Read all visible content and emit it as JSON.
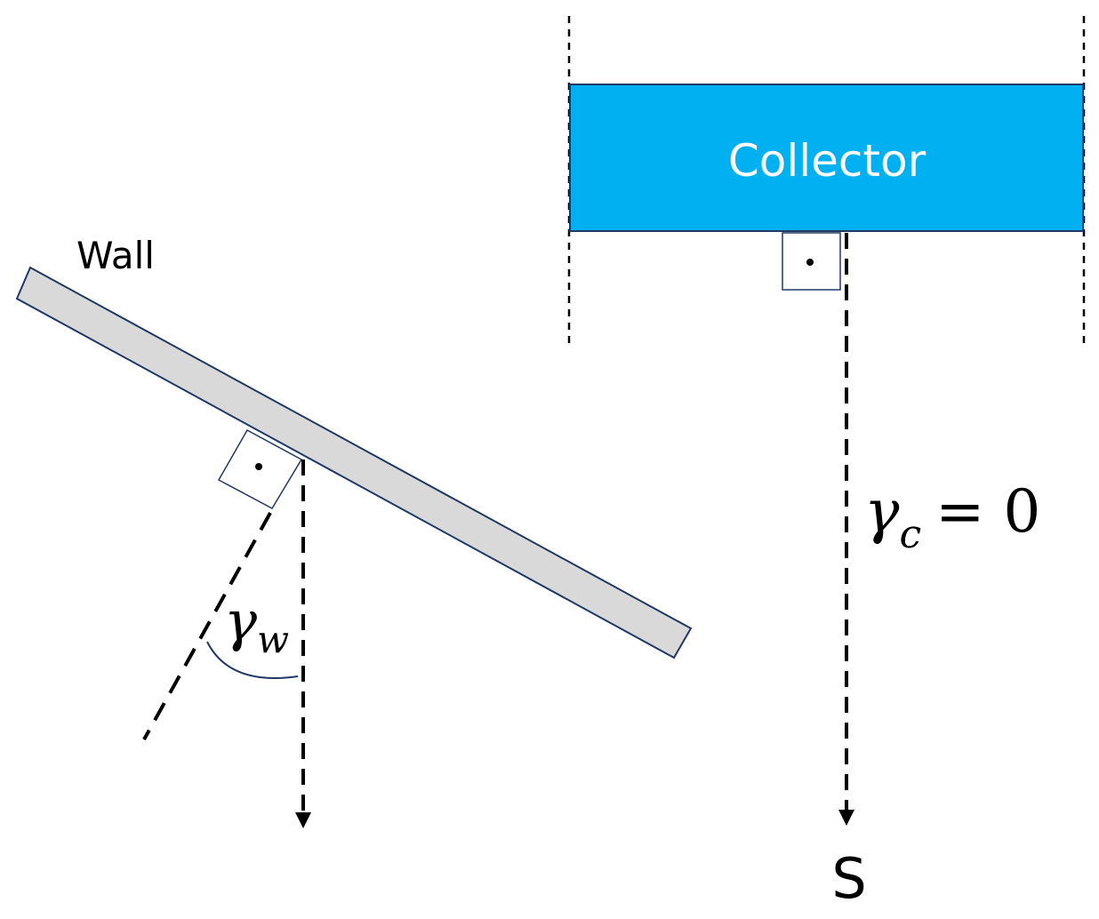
{
  "collector": {
    "label": "Collector",
    "fill_color": "#00b0f0"
  },
  "wall": {
    "label": "Wall",
    "fill_color": "#d9d9d9",
    "stroke_color": "#1f3864"
  },
  "angles": {
    "wall_symbol": "γ",
    "wall_subscript": "w",
    "collector_symbol": "γ",
    "collector_subscript": "c",
    "collector_equals": "= 0"
  },
  "direction": {
    "south_label": "S"
  }
}
